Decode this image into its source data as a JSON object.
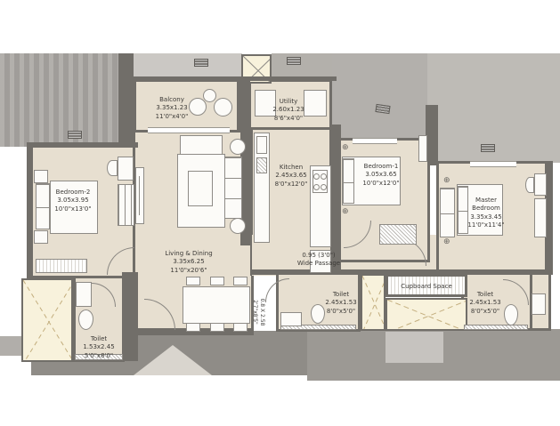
{
  "rooms": {
    "balcony": {
      "name": "Balcony",
      "metric": "3.35x1.23",
      "imperial": "11'0\"x4'0\""
    },
    "utility": {
      "name": "Utility",
      "metric": "2.60x1.23",
      "imperial": "8'6\"x4'0\""
    },
    "kitchen": {
      "name": "Kitchen",
      "metric": "2.45x3.65",
      "imperial": "8'0\"x12'0\""
    },
    "bedroom1": {
      "name": "Bedroom-1",
      "metric": "3.05x3.65",
      "imperial": "10'0\"x12'0\""
    },
    "bedroom2": {
      "name": "Bedroom-2",
      "metric": "3.05x3.95",
      "imperial": "10'0\"x13'0\""
    },
    "master_bedroom": {
      "name": "Master Bedroom",
      "metric": "3.35x3.45",
      "imperial": "11'0\"x11'4\""
    },
    "living_dining": {
      "name": "Living & Dining",
      "metric": "3.35x6.25",
      "imperial": "11'0\"x20'6\""
    },
    "toilet_left": {
      "name": "Toilet",
      "metric": "1.53x2.45",
      "imperial": "5'0\"x8'0\""
    },
    "toilet_mid": {
      "name": "Toilet",
      "metric": "2.45x1.53",
      "imperial": "8'0\"x5'0\""
    },
    "toilet_right": {
      "name": "Toilet",
      "metric": "2.45x1.53",
      "imperial": "8'0\"x5'0\""
    },
    "cupboard": {
      "name": "Cupboard Space"
    },
    "passage": {
      "line1": "0.95 (3'0\")",
      "line2": "Wide Passage"
    },
    "dining_strip": {
      "metric": "0.8 X 2.58",
      "imperial": "2'7\"x8'5\""
    }
  },
  "icons": {
    "ceiling_point": "⊕"
  },
  "colors": {
    "floor": "#e7dfd0",
    "wall": "#716e69",
    "shaft": "#f8f2dc",
    "neighbor_gray": "#aaa7a3",
    "core_gray": "#8f8c87",
    "text": "#3c3a37"
  }
}
